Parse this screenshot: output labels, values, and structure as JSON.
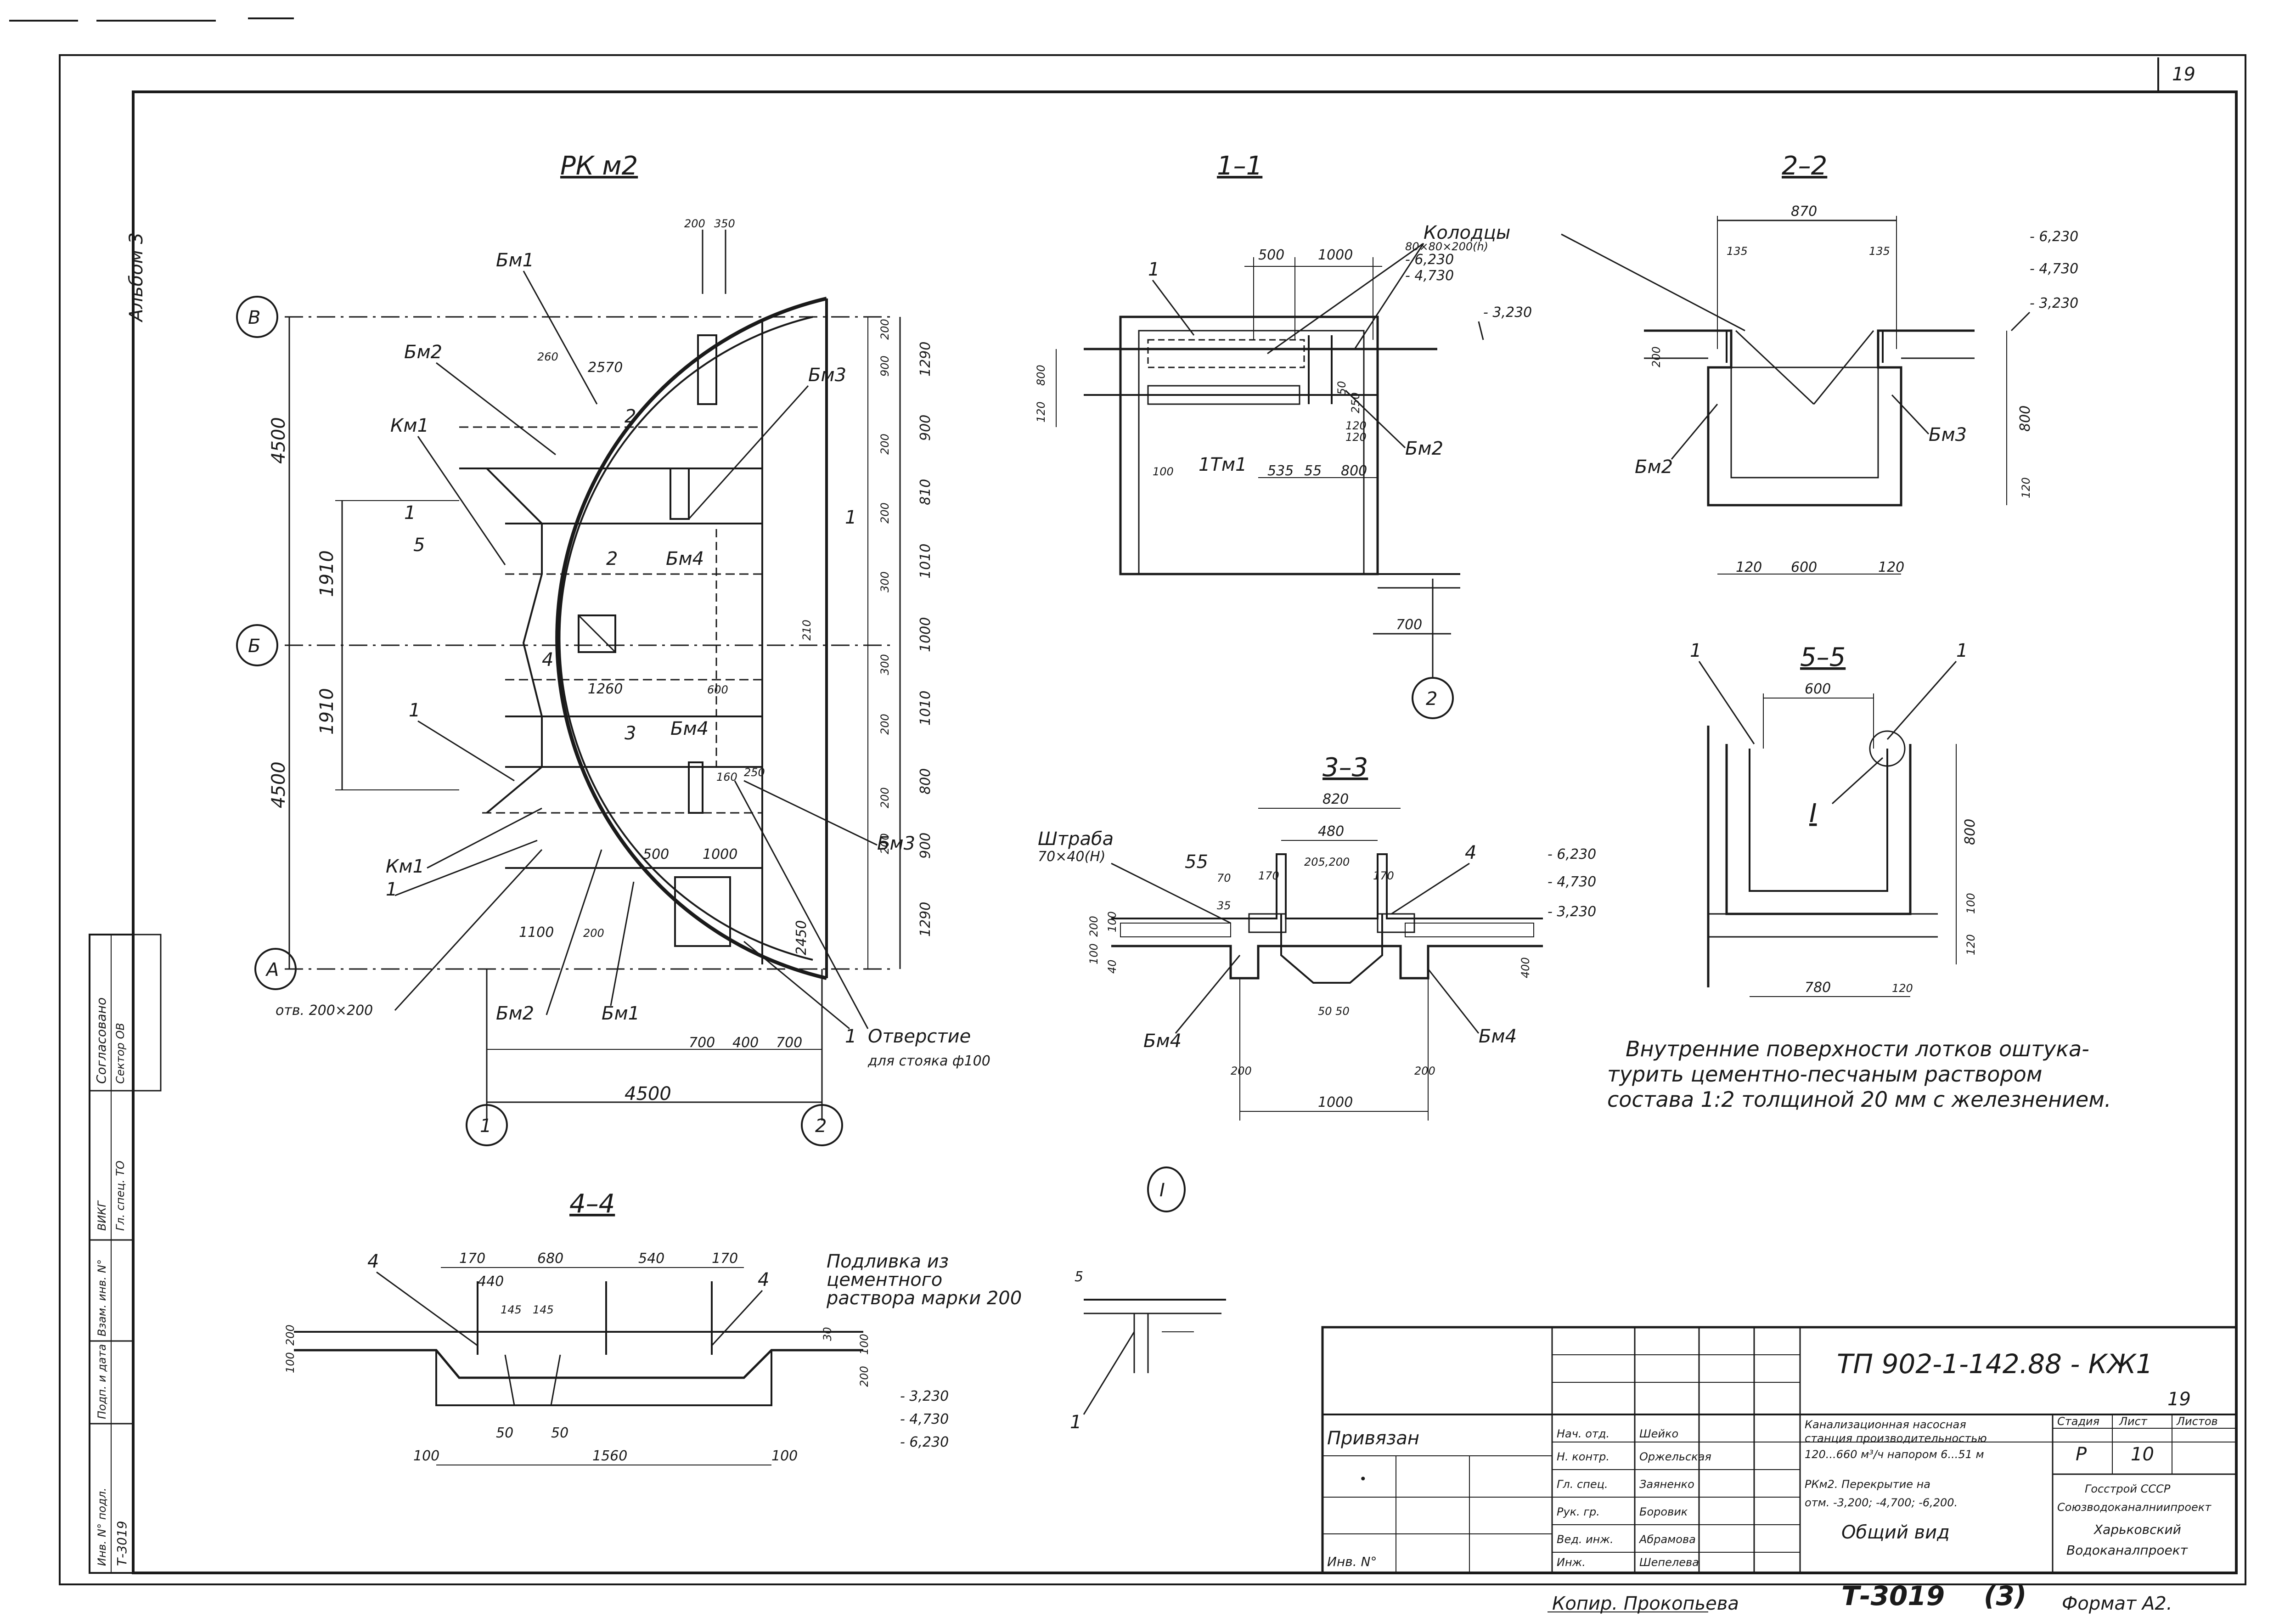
{
  "page_number": "19",
  "album_label": "Альбом 3",
  "plan": {
    "title": "РК м2",
    "axes": {
      "B": "В",
      "Bv": "Б",
      "A": "А",
      "n1": "1",
      "n2": "2"
    },
    "dims_left": {
      "outer_top": "4500",
      "outer_bottom": "4500",
      "inner_top": "1910",
      "inner_bottom": "1910"
    },
    "dims_right": [
      "1290",
      "900",
      "810",
      "1010",
      "1000",
      "1010",
      "800",
      "900",
      "1290"
    ],
    "dims_right_small": [
      "200",
      "900",
      "200",
      "300",
      "200",
      "300",
      "200",
      "210",
      "200",
      "200",
      "250"
    ],
    "dims_top": {
      "a": "200",
      "b": "350",
      "c": "260",
      "d": "2570"
    },
    "dims_bottom": {
      "d1100": "1100",
      "d200": "200",
      "d700a": "700",
      "d400": "400",
      "d700b": "700",
      "d4500": "4500",
      "d2450": "2450",
      "d500": "500",
      "d1000": "1000"
    },
    "inner_dims": {
      "a": "1260",
      "b": "600",
      "c": "160"
    },
    "labels": {
      "bm1_top": "Бм1",
      "bm2_top": "Бм2",
      "km1_top": "Км1",
      "bm3_top": "Бм3",
      "bm4_a": "Бм4",
      "bm4_b": "Бм4",
      "bm3_bot": "Бм3",
      "km1_bot": "Км1",
      "one_a": "1",
      "one_b": "1",
      "bm2_bot": "Бм2",
      "bm1_bot": "Бм1",
      "opening_label": "отв. 200×200",
      "opening_stand_1": "Отверстие",
      "opening_stand_2": "для стояка ф100",
      "one_c": "1",
      "cut_1": "1",
      "cut_5": "5",
      "cut_1r": "1",
      "cut_2": "2",
      "cut_2b": "2",
      "cut_3": "3",
      "cut_4": "4"
    }
  },
  "sec11": {
    "title": "1–1",
    "wells_1": "Колодцы",
    "wells_2": "80×80×200(h)",
    "top_dims": {
      "a": "500",
      "b": "1000"
    },
    "levels": [
      "- 6,230",
      "- 4,730",
      "- 3,230"
    ],
    "left_dims": {
      "a": "800",
      "b": "120"
    },
    "right_dims": {
      "a": "50",
      "b": "120",
      "c": "250",
      "d": "120"
    },
    "bottom_dims": {
      "a": "100",
      "b": "535",
      "c": "55",
      "d": "800"
    },
    "labels": {
      "one": "1",
      "tm1": "1Тм1",
      "bm2": "Бм2",
      "d700": "700",
      "axis2": "2"
    }
  },
  "sec22": {
    "title": "2–2",
    "dims": {
      "top": "870",
      "l135": "135",
      "r135": "135",
      "left200": "200",
      "h800": "800",
      "h120": "120",
      "b120a": "120",
      "b600": "600",
      "b120b": "120"
    },
    "levels": [
      "- 6,230",
      "- 4,730",
      "- 3,230"
    ],
    "labels": {
      "bm2": "Бм2",
      "bm3": "Бм3"
    }
  },
  "sec55": {
    "title": "5–5",
    "dims": {
      "top": "600",
      "h800": "800",
      "h120": "120",
      "h100": "100",
      "b780": "780",
      "b120": "120"
    },
    "labels": {
      "one_l": "1",
      "one_r": "1",
      "detail": "I"
    }
  },
  "sec33": {
    "title": "3–3",
    "dims": {
      "top": "820",
      "mid": "480",
      "inner": "205,200",
      "l170": "170",
      "r170": "170",
      "d55": "55",
      "d70": "70",
      "d35": "35",
      "left200": "200",
      "left100": "100",
      "left40": "40",
      "left100b": "100",
      "r400": "400",
      "b200": "200",
      "b200b": "200",
      "b1000": "1000",
      "bot": "50 50"
    },
    "levels": [
      "- 6,230",
      "- 4,730",
      "- 3,230"
    ],
    "labels": {
      "groove_1": "Штраба",
      "groove_2": "70×40(Н)",
      "four": "4",
      "bm4_l": "Бм4",
      "bm4_r": "Бм4"
    }
  },
  "note": {
    "line1": "Внутренние поверхности лотков оштука-",
    "line2": "турить цементно-песчаным раствором",
    "line3": "состава 1:2 толщиной 20 мм с железнением."
  },
  "sec44": {
    "title": "4–4",
    "dims": {
      "d170a": "170",
      "d680": "680",
      "d540": "540",
      "d170b": "170",
      "d440": "440",
      "d145a": "145",
      "d145b": "145",
      "d50a": "50",
      "d50b": "50",
      "d100a": "100",
      "d1560": "1560",
      "d100b": "100",
      "left100": "100",
      "left200": "200",
      "right200": "200",
      "right100": "100",
      "right30": "30"
    },
    "levels": [
      "- 3,230",
      "- 4,730",
      "- 6,230"
    ],
    "labels": {
      "four_l": "4",
      "four_r": "4",
      "grout_1": "Подливка из",
      "grout_2": "цементного",
      "grout_3": "раствора марки 200"
    }
  },
  "detail_i": {
    "mark": "I",
    "dim5": "5",
    "label1": "1"
  },
  "stamp": {
    "code": "ТП 902-1-142.88 - КЖ1",
    "sheet_num_big": "19",
    "tied": "Привязан",
    "inv": "Инв. N°",
    "roles": [
      "Нач. отд.",
      "Н. контр.",
      "Гл. спец.",
      "Рук. гр.",
      "Вед. инж.",
      "Инж."
    ],
    "names": [
      "Шейко",
      "Оржельская",
      "Заяненко",
      "Боровик",
      "Абрамова",
      "Шепелева"
    ],
    "project_1": "Канализационная насосная",
    "project_2": "станция производительностью",
    "project_3": "120...660 м³/ч напором 6...51 м",
    "sheet_1": "РКм2. Перекрытие на",
    "sheet_2": "отм. -3,200; -4,700; -6,200.",
    "sheet_3": "Общий вид",
    "col_stage": "Стадия",
    "col_sheet": "Лист",
    "col_sheets": "Листов",
    "stage": "Р",
    "sheet_no": "10",
    "org_1": "Госстрой СССР",
    "org_2": "Союзводоканалниипроект",
    "org_3": "Харьковский",
    "org_4": "Водоканалпроект"
  },
  "left_stamp": {
    "agreed": "Согласовано",
    "rows": [
      "Сектор ОВ",
      "ВИКГ",
      "Гл. спец. ТО"
    ],
    "inv_rows": [
      "Инв. N° подл.",
      "Подп. и дата",
      "Взам. инв. N°"
    ],
    "code": "Т-3019"
  },
  "footer": {
    "copied": "Копир. Прокопьева",
    "doc_code": "Т-3019",
    "doc_suffix": "(3)",
    "format": "Формат А2."
  }
}
